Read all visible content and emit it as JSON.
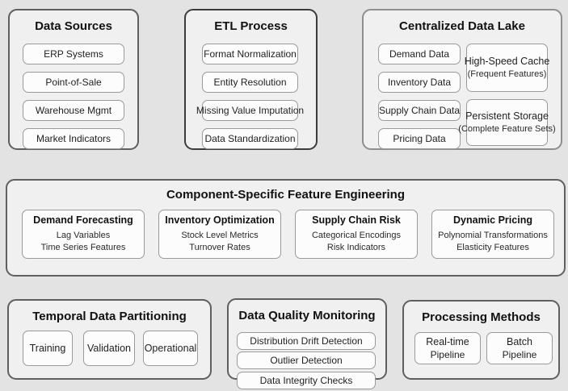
{
  "colors": {
    "page_bg": "#e3e3e3",
    "panel_bg": "#f0f0f0",
    "item_box_bg": "#fcfcfc",
    "item_box_border": "#9a9a9a",
    "panel_border_dark": "#3c3c3c",
    "panel_border_mid": "#5f5f5f",
    "panel_border_light": "#8f8f8f",
    "title_text": "#111111",
    "body_text": "#1f1f1f"
  },
  "sections": {
    "data_sources": {
      "title": "Data Sources",
      "items": [
        "ERP Systems",
        "Point-of-Sale",
        "Warehouse Mgmt",
        "Market Indicators"
      ]
    },
    "etl_process": {
      "title": "ETL Process",
      "items": [
        "Format Normalization",
        "Entity Resolution",
        "Missing Value Imputation",
        "Data Standardization"
      ]
    },
    "data_lake": {
      "title": "Centralized Data Lake",
      "data_items": [
        "Demand Data",
        "Inventory Data",
        "Supply Chain Data",
        "Pricing Data"
      ],
      "storage_items": [
        {
          "title": "High-Speed Cache",
          "subtitle": "(Frequent Features)"
        },
        {
          "title": "Persistent Storage",
          "subtitle": "(Complete Feature Sets)"
        }
      ]
    },
    "feature_engineering": {
      "title": "Component-Specific Feature Engineering",
      "components": [
        {
          "title": "Demand Forecasting",
          "features": [
            "Lag Variables",
            "Time Series Features"
          ]
        },
        {
          "title": "Inventory Optimization",
          "features": [
            "Stock Level Metrics",
            "Turnover Rates"
          ]
        },
        {
          "title": "Supply Chain Risk",
          "features": [
            "Categorical Encodings",
            "Risk Indicators"
          ]
        },
        {
          "title": "Dynamic Pricing",
          "features": [
            "Polynomial Transformations",
            "Elasticity Features"
          ]
        }
      ]
    },
    "temporal_partitioning": {
      "title": "Temporal Data Partitioning",
      "items": [
        "Training",
        "Validation",
        "Operational"
      ]
    },
    "quality_monitoring": {
      "title": "Data Quality Monitoring",
      "items": [
        "Distribution Drift Detection",
        "Outlier Detection",
        "Data Integrity Checks"
      ]
    },
    "processing_methods": {
      "title": "Processing Methods",
      "items": [
        {
          "line1": "Real-time",
          "line2": "Pipeline"
        },
        {
          "line1": "Batch",
          "line2": "Pipeline"
        }
      ]
    }
  }
}
